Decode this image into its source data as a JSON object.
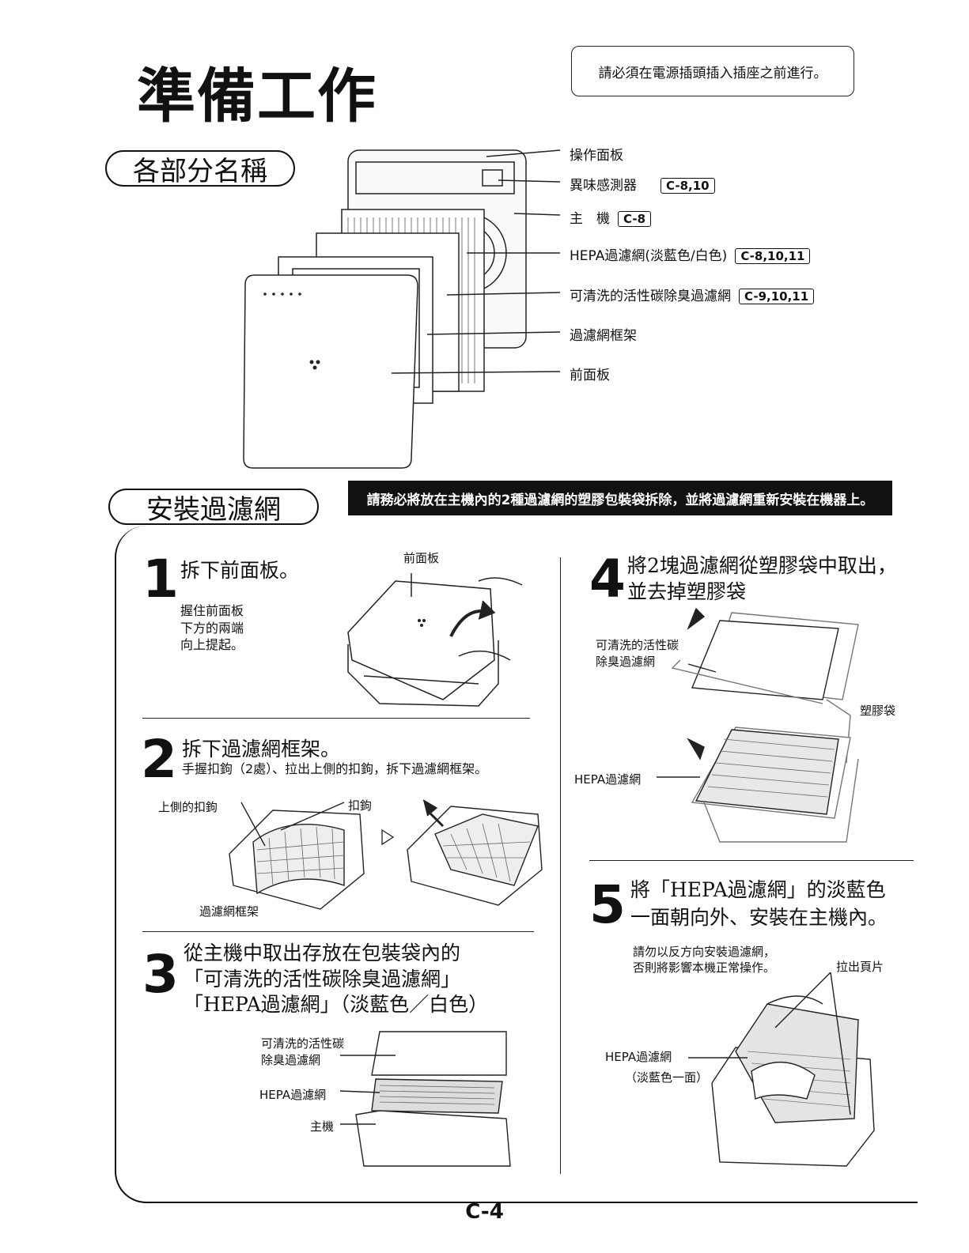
{
  "page": {
    "title": "準備工作",
    "notice": "請必須在電源插頭插入插座之前進行。",
    "footer": "C-4"
  },
  "parts": {
    "heading": "各部分名稱",
    "items": [
      {
        "label": "操作面板",
        "ref": ""
      },
      {
        "label": "異味感測器",
        "ref": "C-8,10"
      },
      {
        "label": "主　機",
        "ref": "C-8"
      },
      {
        "label": "HEPA過濾網(淡藍色/白色)",
        "ref": "C-8,10,11"
      },
      {
        "label": "可清洗的活性碳除臭過濾網",
        "ref": "C-9,10,11"
      },
      {
        "label": "過濾網框架",
        "ref": ""
      },
      {
        "label": "前面板",
        "ref": ""
      }
    ]
  },
  "install": {
    "heading": "安裝過濾網",
    "banner": "請務必將放在主機內的2種過濾網的塑膠包裝袋拆除，並將過濾網重新安裝在機器上。",
    "steps": [
      {
        "num": "1",
        "title": "拆下前面板。",
        "desc": [
          "握住前面板",
          "下方的兩端",
          "向上提起。"
        ],
        "labels": [
          "前面板"
        ]
      },
      {
        "num": "2",
        "title": "拆下過濾網框架。",
        "desc": [
          "手握扣鉤（2處）、拉出上側的扣鉤，拆下過濾網框架。"
        ],
        "labels": [
          "上側的扣鉤",
          "扣鉤",
          "過濾網框架"
        ]
      },
      {
        "num": "3",
        "title": [
          "從主機中取出存放在包裝袋內的",
          "「可清洗的活性碳除臭過濾網」",
          "「HEPA過濾網」（淡藍色／白色）"
        ],
        "labels": [
          "可清洗的活性碳",
          "除臭過濾網",
          "HEPA過濾網",
          "主機"
        ]
      },
      {
        "num": "4",
        "title": [
          "將2塊過濾網從塑膠袋中取出，",
          "並去掉塑膠袋"
        ],
        "labels": [
          "可清洗的活性碳",
          "除臭過濾網",
          "塑膠袋",
          "HEPA過濾網"
        ]
      },
      {
        "num": "5",
        "title": [
          "將「HEPA過濾網」的淡藍色",
          "一面朝向外、安裝在主機內。"
        ],
        "desc": [
          "請勿以反方向安裝過濾網，",
          "否則將影響本機正常操作。"
        ],
        "labels": [
          "拉出頁片",
          "HEPA過濾網",
          "（淡藍色一面）"
        ]
      }
    ]
  }
}
